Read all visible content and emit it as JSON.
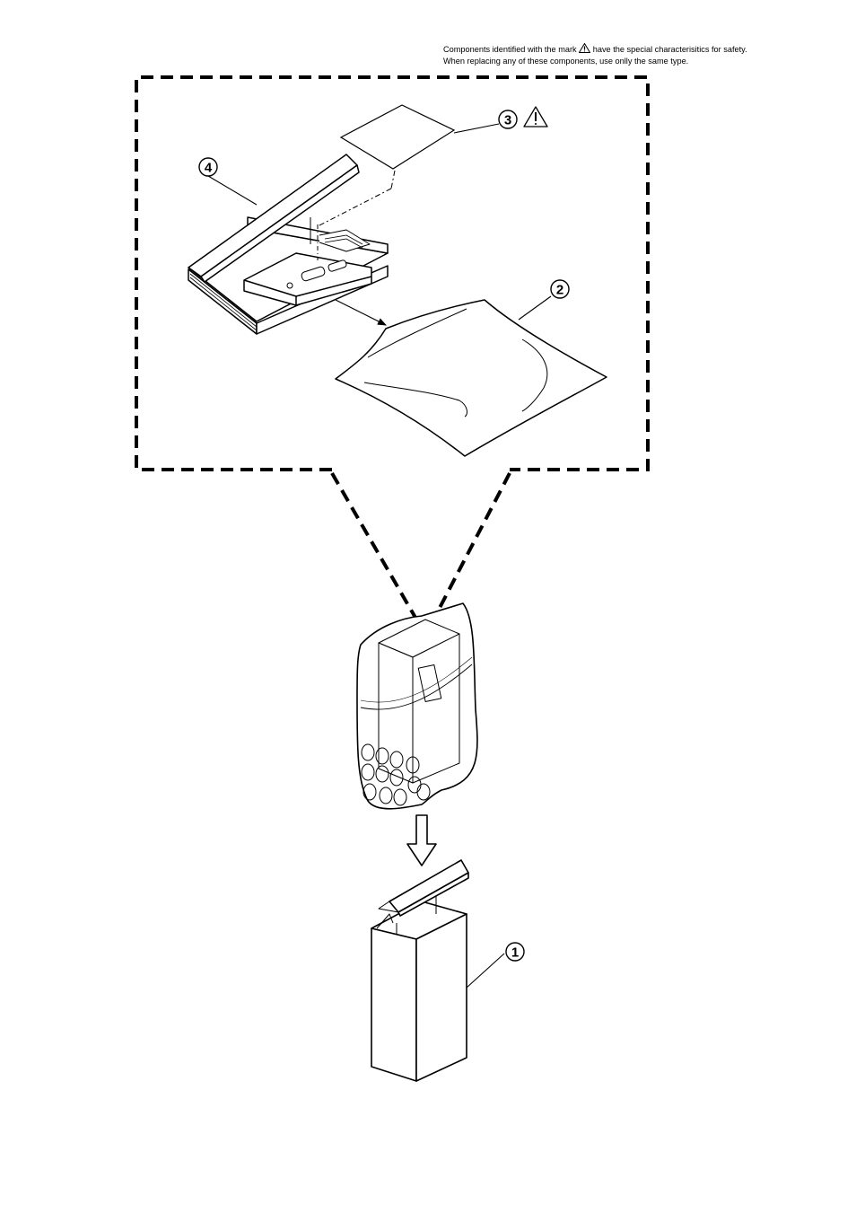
{
  "safety_note": {
    "line1_before": "Components identified with the mark",
    "line1_after": "have the special characterisitics for safety.",
    "line2": "When replacing any of these components, use onlly the same type.",
    "icon": "warning-triangle-icon"
  },
  "callouts": {
    "c1": "1",
    "c2": "2",
    "c3": "3",
    "c4": "4"
  }
}
